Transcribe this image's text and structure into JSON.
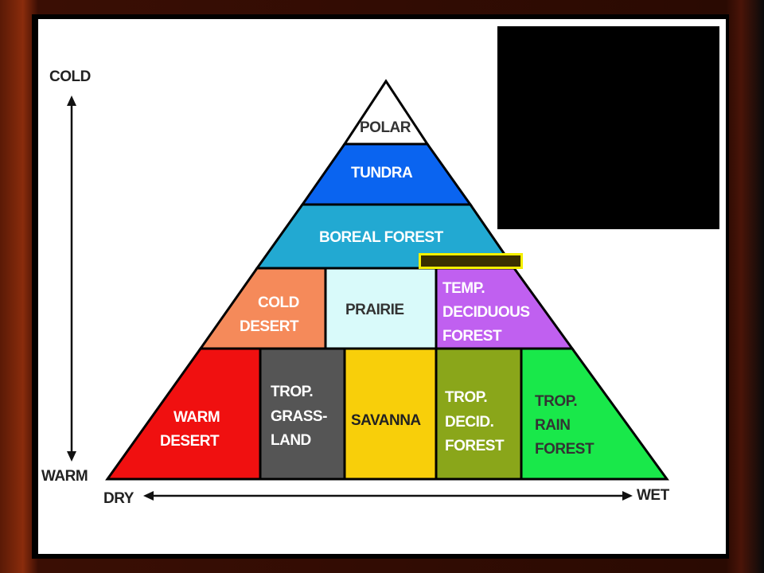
{
  "axes": {
    "y_top": "COLD",
    "y_bottom": "WARM",
    "x_left": "DRY",
    "x_right": "WET"
  },
  "biomes": {
    "polar": "POLAR",
    "tundra": "TUNDRA",
    "boreal_forest": "BOREAL FOREST",
    "cold_desert": [
      "COLD",
      "DESERT"
    ],
    "prairie": "PRAIRIE",
    "temp_deciduous_forest": [
      "TEMP.",
      "DECIDUOUS",
      "FOREST"
    ],
    "warm_desert": [
      "WARM",
      "DESERT"
    ],
    "trop_grassland": [
      "TROP.",
      "GRASS-",
      "LAND"
    ],
    "savanna": "SAVANNA",
    "trop_decid_forest": [
      "TROP.",
      "DECID.",
      "FOREST"
    ],
    "trop_rain_forest": [
      "TROP.",
      "RAIN",
      "FOREST"
    ]
  },
  "colors": {
    "polar": "#ffffff",
    "tundra": "#0a64f0",
    "boreal_forest": "#22a9d2",
    "cold_desert": "#f58a5a",
    "prairie": "#d9fafa",
    "temp_deciduous_forest": "#c060f0",
    "warm_desert": "#f01010",
    "trop_grassland": "#555555",
    "savanna": "#f8cf0a",
    "trop_decid_forest": "#8aa61a",
    "trop_rain_forest": "#19e84a"
  }
}
